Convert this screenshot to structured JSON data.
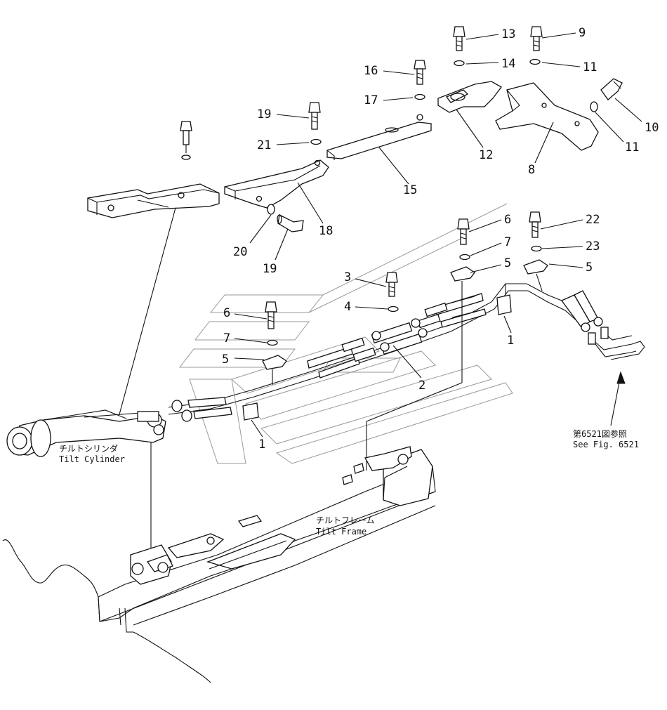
{
  "callouts": [
    "13",
    "9",
    "14",
    "11",
    "16",
    "10",
    "17",
    "11",
    "12",
    "19",
    "8",
    "21",
    "15",
    "18",
    "6",
    "22",
    "20",
    "19",
    "7",
    "23",
    "3",
    "5",
    "5",
    "4",
    "6",
    "1",
    "7",
    "5",
    "2",
    "1"
  ],
  "labels": {
    "tilt_cylinder_jp": "チルトシリンダ",
    "tilt_cylinder_en": "Tilt  Cylinder",
    "tilt_frame_jp": "チルトフレーム",
    "tilt_frame_en": "Tilt  Frame",
    "see_fig_jp": "第6521図参照",
    "see_fig_en": "See  Fig.  6521"
  }
}
